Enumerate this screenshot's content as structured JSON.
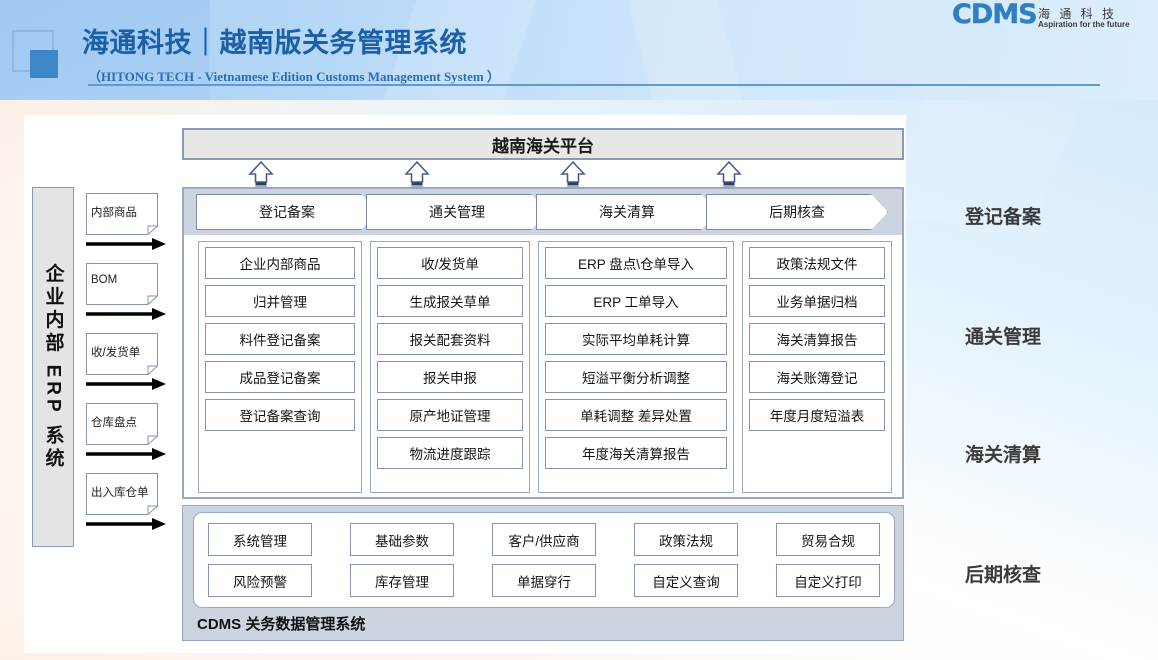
{
  "header": {
    "title_main": "海通科技｜越南版关务管理系统",
    "title_sub": "（HITONG TECH - Vietnamese Edition Customs Management System ）",
    "brand_cdms": "CDMS",
    "brand_cn": "海 通 科 技",
    "brand_en": "Aspiration for the future",
    "logo_icon": "overlapping-squares-logo"
  },
  "diagram": {
    "platform_title": "越南海关平台",
    "erp_label": "企业内部 ERP 系统",
    "erp_documents": [
      "内部商品",
      "BOM",
      "收/发货单",
      "仓库盘点",
      "出入库仓单"
    ],
    "columns": [
      {
        "header": "登记备案",
        "items": [
          "企业内部商品",
          "归并管理",
          "料件登记备案",
          "成品登记备案",
          "登记备案查询"
        ]
      },
      {
        "header": "通关管理",
        "items": [
          "收/发货单",
          "生成报关草单",
          "报关配套资料",
          "报关申报",
          "原产地证管理",
          "物流进度跟踪"
        ]
      },
      {
        "header": "海关清算",
        "items": [
          "ERP 盘点\\仓单导入",
          "ERP 工单导入",
          "实际平均单耗计算",
          "短溢平衡分析调整",
          "单耗调整  差异处置",
          "年度海关清算报告"
        ]
      },
      {
        "header": "后期核查",
        "items": [
          "政策法规文件",
          "业务单据归档",
          "海关清算报告",
          "海关账簿登记",
          "年度月度短溢表"
        ]
      }
    ],
    "cdms": {
      "label": "CDMS 关务数据管理系统",
      "row1": [
        "系统管理",
        "基础参数",
        "客户/供应商",
        "政策法规",
        "贸易合规"
      ],
      "row2": [
        "风险预警",
        "库存管理",
        "单据穿行",
        "自定义查询",
        "自定义打印"
      ]
    },
    "stage_labels": [
      "登记备案",
      "通关管理",
      "海关清算",
      "后期核查"
    ]
  },
  "colors": {
    "brand_blue": "#1a5fa8",
    "accent_blue": "#3d87c9",
    "panel_border": "#9aa8c0",
    "strip_bg": "#ccd4e2",
    "platform_bg": "#e7e7e7"
  }
}
